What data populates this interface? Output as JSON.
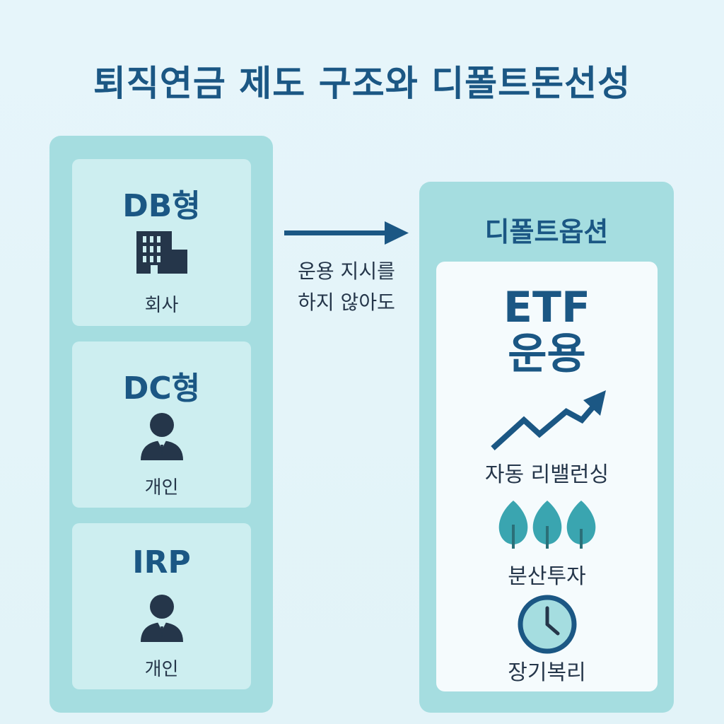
{
  "title": "퇴직연금 제도 구조와 디폴트돈선성",
  "plans": [
    {
      "name": "DB형",
      "sub": "회사",
      "icon": "building-icon"
    },
    {
      "name": "DC형",
      "sub": "개인",
      "icon": "person-icon"
    },
    {
      "name": "IRP",
      "sub": "개인",
      "icon": "person-icon"
    }
  ],
  "arrow": {
    "line1": "운용 지시를",
    "line2": "하지 않아도",
    "icon": "right-arrow-icon"
  },
  "default_option": {
    "title": "디폴트옵션",
    "etf_line1": "ETF",
    "etf_line2": "운용",
    "features": [
      {
        "label": "자동 리밸런싱",
        "icon": "trend-up-arrow-icon"
      },
      {
        "label": "분산투자",
        "icon": "trees-icon"
      },
      {
        "label": "장기복리",
        "icon": "clock-icon"
      }
    ]
  },
  "colors": {
    "background": "#e6f5fa",
    "panel": "#a5dde0",
    "card": "#cdeef0",
    "inner_card": "#f5fbfd",
    "heading_blue": "#1b5784",
    "icon_dark": "#25364a",
    "tree_teal": "#3aa5b0"
  }
}
